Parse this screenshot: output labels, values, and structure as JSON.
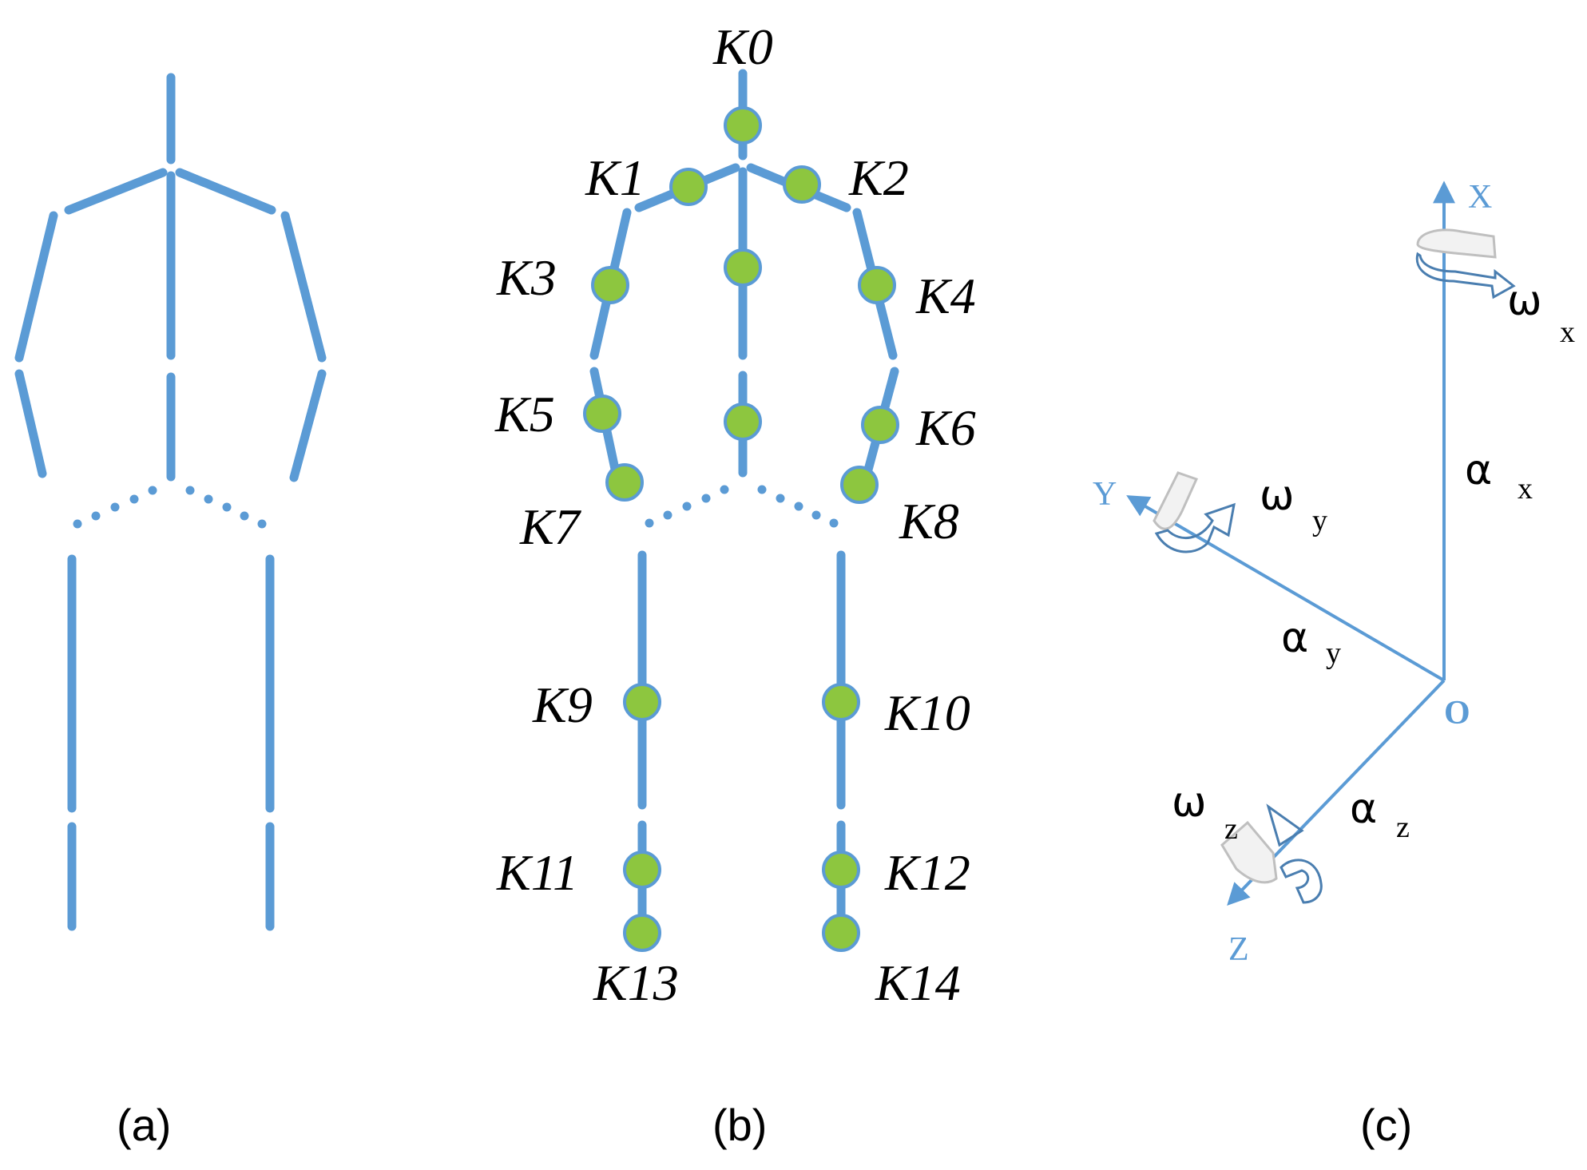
{
  "colors": {
    "limb": "#5B9BD5",
    "joint": "#8DC63F",
    "axis": "#5B9BD5",
    "text": "#000000",
    "rotation_ghost": "#BFBFBF"
  },
  "panel_b": {
    "keypoints": [
      "K0",
      "K1",
      "K2",
      "K3",
      "K4",
      "K5",
      "K6",
      "K7",
      "K8",
      "K9",
      "K10",
      "K11",
      "K12",
      "K13",
      "K14"
    ]
  },
  "panel_c": {
    "axes": {
      "x": "X",
      "y": "Y",
      "z": "Z",
      "origin": "O"
    },
    "omega": {
      "symbol": "ω",
      "x": "x",
      "y": "y",
      "z": "z"
    },
    "alpha": {
      "symbol": "α",
      "x": "x",
      "y": "y",
      "z": "z"
    }
  },
  "captions": {
    "a": "(a)",
    "b": "(b)",
    "c": "(c)"
  }
}
